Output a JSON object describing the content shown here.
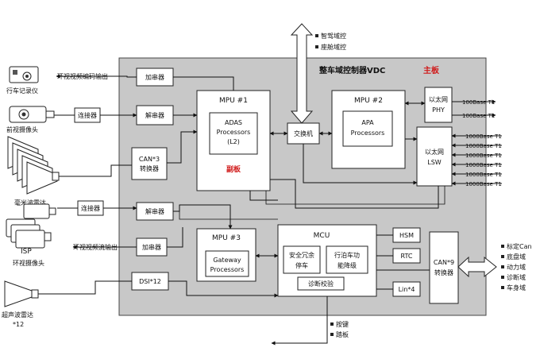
{
  "top": {
    "label_top": "智驾域控",
    "label_bottom": "座舱域控"
  },
  "vdc": {
    "title": "整车域控制器VDC",
    "main_board": "主板",
    "sub_board": "副板"
  },
  "mpu1": {
    "title": "MPU #1",
    "inner_l1": "ADAS",
    "inner_l2": "Processors",
    "inner_l3": "(L2)"
  },
  "mpu2": {
    "title": "MPU #2",
    "inner_l1": "APA",
    "inner_l2": "Processors"
  },
  "mpu3": {
    "title": "MPU #3",
    "inner_l1": "Gateway",
    "inner_l2": "Processors"
  },
  "mcu": {
    "title": "MCU",
    "safety_l1": "安全冗余",
    "safety_l2": "停车",
    "parking_l1": "行泊车功",
    "parking_l2": "能降级",
    "diag": "诊断校验"
  },
  "blocks": {
    "serializer": "加串器",
    "deserializer": "解串器",
    "deserializer2": "解串器",
    "serializer2": "加串器",
    "connector": "连接器",
    "connector2": "连接器",
    "can3_l1": "CAN*3",
    "can3_l2": "转换器",
    "dsi": "DSI*12",
    "switch": "交换机",
    "eth_phy_l1": "以太网",
    "eth_phy_l2": "PHY",
    "eth_lsw_l1": "以太网",
    "eth_lsw_l2": "LSW",
    "hsm": "HSM",
    "rtc": "RTC",
    "lin": "Lin*4",
    "can9_l1": "CAN*9",
    "can9_l2": "转换器"
  },
  "left": {
    "recorder": "行车记录仪",
    "front_camera": "前视摄像头",
    "radar": "毫米波雷达",
    "isp": "ISP",
    "surround_camera": "环视摄像头",
    "ultrasonic_l1": "超声波雷达",
    "ultrasonic_l2": "*12",
    "video_out_top": "环视视频编码输出",
    "video_out_mid": "环视视频流输出"
  },
  "right": {
    "phy_ports": [
      "100Base T1",
      "100Base T1"
    ],
    "lsw_ports": [
      "1000Base T1",
      "1000Base T1",
      "1000Base T1",
      "1000Base T1",
      "1000Base T1",
      "1000Base T1"
    ],
    "can_list": [
      "标定Can",
      "底盘域",
      "动力域",
      "诊断域",
      "车身域"
    ]
  },
  "bottom": {
    "label_top": "按键",
    "label_bottom": "踏板"
  },
  "colors": {
    "main_board_bg": "#c8c8c8",
    "board_label": "#d01818"
  }
}
